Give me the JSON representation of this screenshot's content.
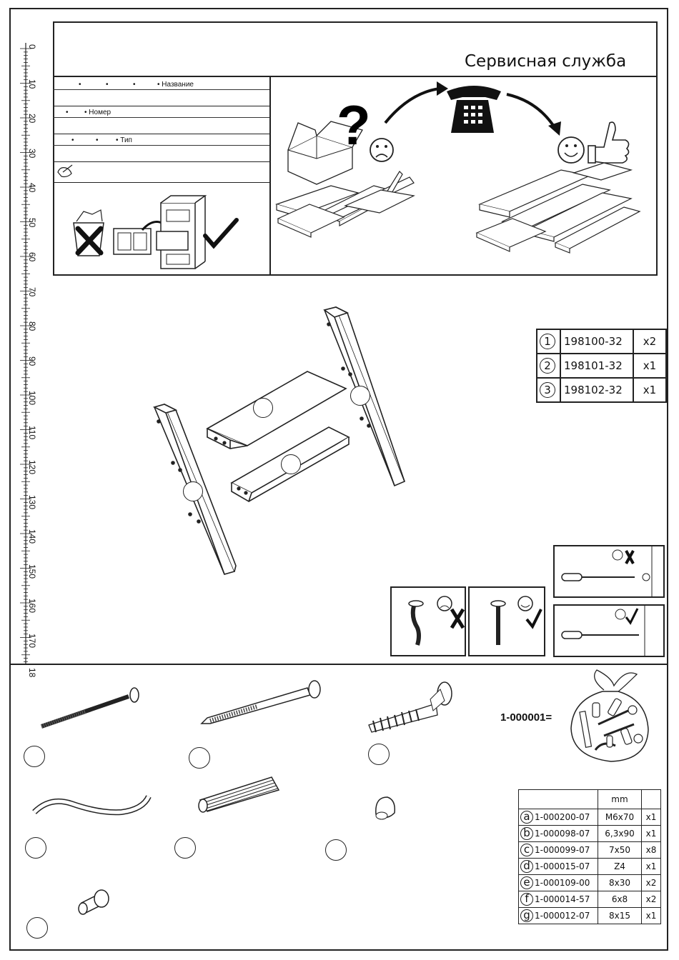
{
  "ruler": {
    "labels": [
      "0",
      "10",
      "20",
      "30",
      "40",
      "50",
      "60",
      "70",
      "80",
      "90",
      "100",
      "110",
      "120",
      "130",
      "140",
      "150",
      "160",
      "170",
      "18"
    ]
  },
  "header": {
    "service_title": "Сервисная служба",
    "fields": {
      "name_label": "• Название",
      "number_label": "• Номер",
      "type_label": "• Тип"
    }
  },
  "parts": [
    {
      "num": "1",
      "code": "198100-32",
      "qty": "x2"
    },
    {
      "num": "2",
      "code": "198101-32",
      "qty": "x1"
    },
    {
      "num": "3",
      "code": "198102-32",
      "qty": "x1"
    }
  ],
  "hardware": {
    "bag_label": "1-000001=",
    "unit_header": "mm",
    "rows": [
      {
        "letter": "a",
        "code": "1-000200-07",
        "size": "M6x70",
        "qty": "x1"
      },
      {
        "letter": "b",
        "code": "1-000098-07",
        "size": "6,3x90",
        "qty": "x1"
      },
      {
        "letter": "c",
        "code": "1-000099-07",
        "size": "7x50",
        "qty": "x8"
      },
      {
        "letter": "d",
        "code": "1-000015-07",
        "size": "Z4",
        "qty": "x1"
      },
      {
        "letter": "e",
        "code": "1-000109-00",
        "size": "8x30",
        "qty": "x2"
      },
      {
        "letter": "f",
        "code": "1-000014-57",
        "size": "6x8",
        "qty": "x2"
      },
      {
        "letter": "g",
        "code": "1-000012-07",
        "size": "8x15",
        "qty": "x1"
      }
    ]
  },
  "colors": {
    "ink": "#222222",
    "paper": "#ffffff"
  }
}
